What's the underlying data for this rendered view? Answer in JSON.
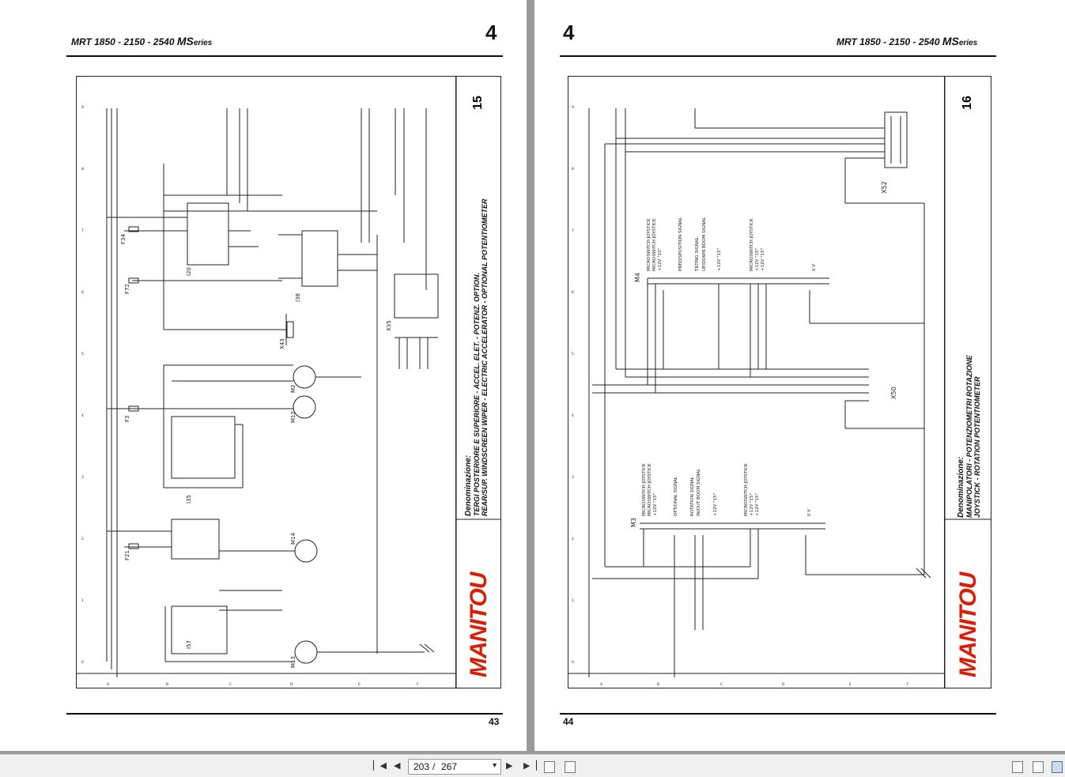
{
  "viewer": {
    "current_page": "203",
    "separator": "/",
    "total_pages": "267",
    "icons": [
      "first-page-icon",
      "previous-page-icon",
      "next-page-icon",
      "last-page-icon",
      "two-page-continuous-icon",
      "two-page-single-icon",
      "single-page-view-icon",
      "continuous-view-icon",
      "facing-pages-view-icon"
    ]
  },
  "left_page": {
    "header_model": "MRT 1850 - 2150 - 2540 ",
    "header_ms": "MS",
    "header_series": "eries",
    "chapter": "4",
    "page_number": "43",
    "sheet": {
      "number": "15",
      "denomination_label": "Denominazione:",
      "title_lines": [
        "TERGI POSTERIORE E SUPERIORE - ACCEL. ELET. - POTENZ. OPTION.",
        "REAR/SUP. WINDSCREEN WIPER - ELECTRIC ACCELERATOR - OPTIONAL POTENTIOMETER"
      ],
      "brand": "MANITOU",
      "components": [
        "F34",
        "F72",
        "F3",
        "F21",
        "I20",
        "I38",
        "I35",
        "I57",
        "X43",
        "X35",
        "M2",
        "M12",
        "M14",
        "M13"
      ],
      "col_labels": [
        "A",
        "B",
        "C",
        "D",
        "E",
        "F"
      ]
    }
  },
  "right_page": {
    "header_model": "MRT 1850 - 2150 - 2540 ",
    "header_ms": "MS",
    "header_series": "eries",
    "chapter": "4",
    "page_number": "44",
    "sheet": {
      "number": "16",
      "denomination_label": "Denominazione:",
      "title_lines": [
        "MANIPOLATORI - POTENZIOMETRI ROTAZIONE",
        "JOYSTICK - ROTATION POTENTIOMETER"
      ],
      "brand": "MANITOU",
      "components": [
        "X52",
        "M4",
        "M3",
        "X50"
      ],
      "m4_labels": [
        "MICROSWITCH JOYSTICK",
        "MICROSWITCH JOYSTICK",
        "+12V \"15\"",
        "PREDISPOSITION SIGNAL",
        "TILTING SIGNAL",
        "UP/DOWN BOOM SIGNAL",
        "+12V \"15\"",
        "MICROSWITCH JOYSTICK",
        "+12V \"15\"",
        "+12V \"15\"",
        "0 V"
      ],
      "m3_labels": [
        "MICROSWITCH JOYSTICK",
        "MICROSWITCH JOYSTICK",
        "+12V \"15\"",
        "OPTIONAL SIGNAL",
        "ROTATION SIGNAL",
        "IN/OUT BOOM SIGNAL",
        "+12V \"15\"",
        "MICROSWITCH JOYSTICK",
        "+12V \"15\"",
        "+12V \"15\"",
        "0 V"
      ],
      "col_labels": [
        "A",
        "B",
        "C",
        "D",
        "E",
        "F"
      ]
    }
  },
  "colors": {
    "brand_red": "#d81e05",
    "ink": "#111111",
    "viewer_bg": "#9a9a9a"
  }
}
